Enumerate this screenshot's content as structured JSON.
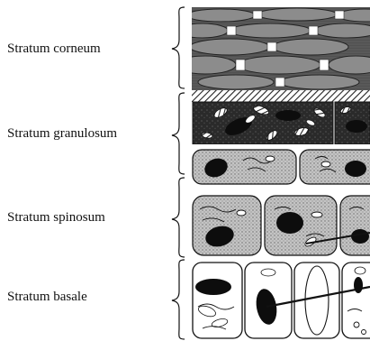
{
  "figure": {
    "layers": [
      {
        "label": "Stratum corneum"
      },
      {
        "label": "Stratum granulosum"
      },
      {
        "label": "Stratum spinosum"
      },
      {
        "label": "Stratum basale"
      }
    ],
    "colors": {
      "ink": "#111111",
      "corneum_dark": "#3d3d3d",
      "corneum_light": "#8a8a8a",
      "granular_dark": "#262626",
      "stipple": "#b5b5b5",
      "nucleus": "#0d0d0d",
      "basale_cell": "#ffffff"
    }
  }
}
